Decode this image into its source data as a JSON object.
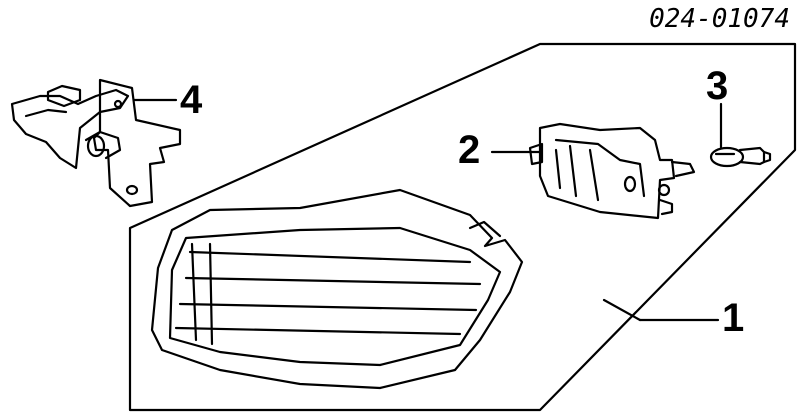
{
  "diagram": {
    "part_number": "024-01074",
    "callouts": [
      {
        "id": "1"
      },
      {
        "id": "2"
      },
      {
        "id": "3"
      },
      {
        "id": "4"
      }
    ],
    "colors": {
      "line": "#000000",
      "background": "#ffffff"
    }
  }
}
